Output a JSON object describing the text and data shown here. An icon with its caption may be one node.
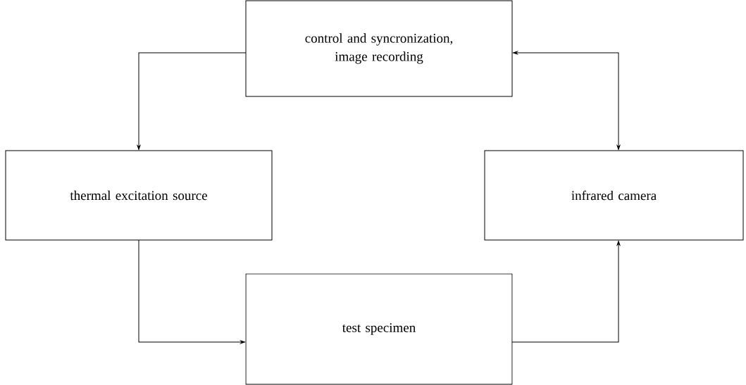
{
  "diagram": {
    "nodes": [
      {
        "text": [
          "control and syncronization, image recording"
        ]
      },
      {
        "text": [
          "thermal excitation source"
        ]
      },
      {
        "text": [
          "infrared camera"
        ]
      },
      {
        "text": [
          "test specimen"
        ]
      }
    ],
    "edges": [
      {
        "from": 0,
        "to": 1,
        "arrow": "to"
      },
      {
        "from": 0,
        "to": 2,
        "arrow": "both"
      },
      {
        "from": 1,
        "to": 3,
        "arrow": "to"
      },
      {
        "from": 3,
        "to": 2,
        "arrow": "to"
      }
    ]
  }
}
